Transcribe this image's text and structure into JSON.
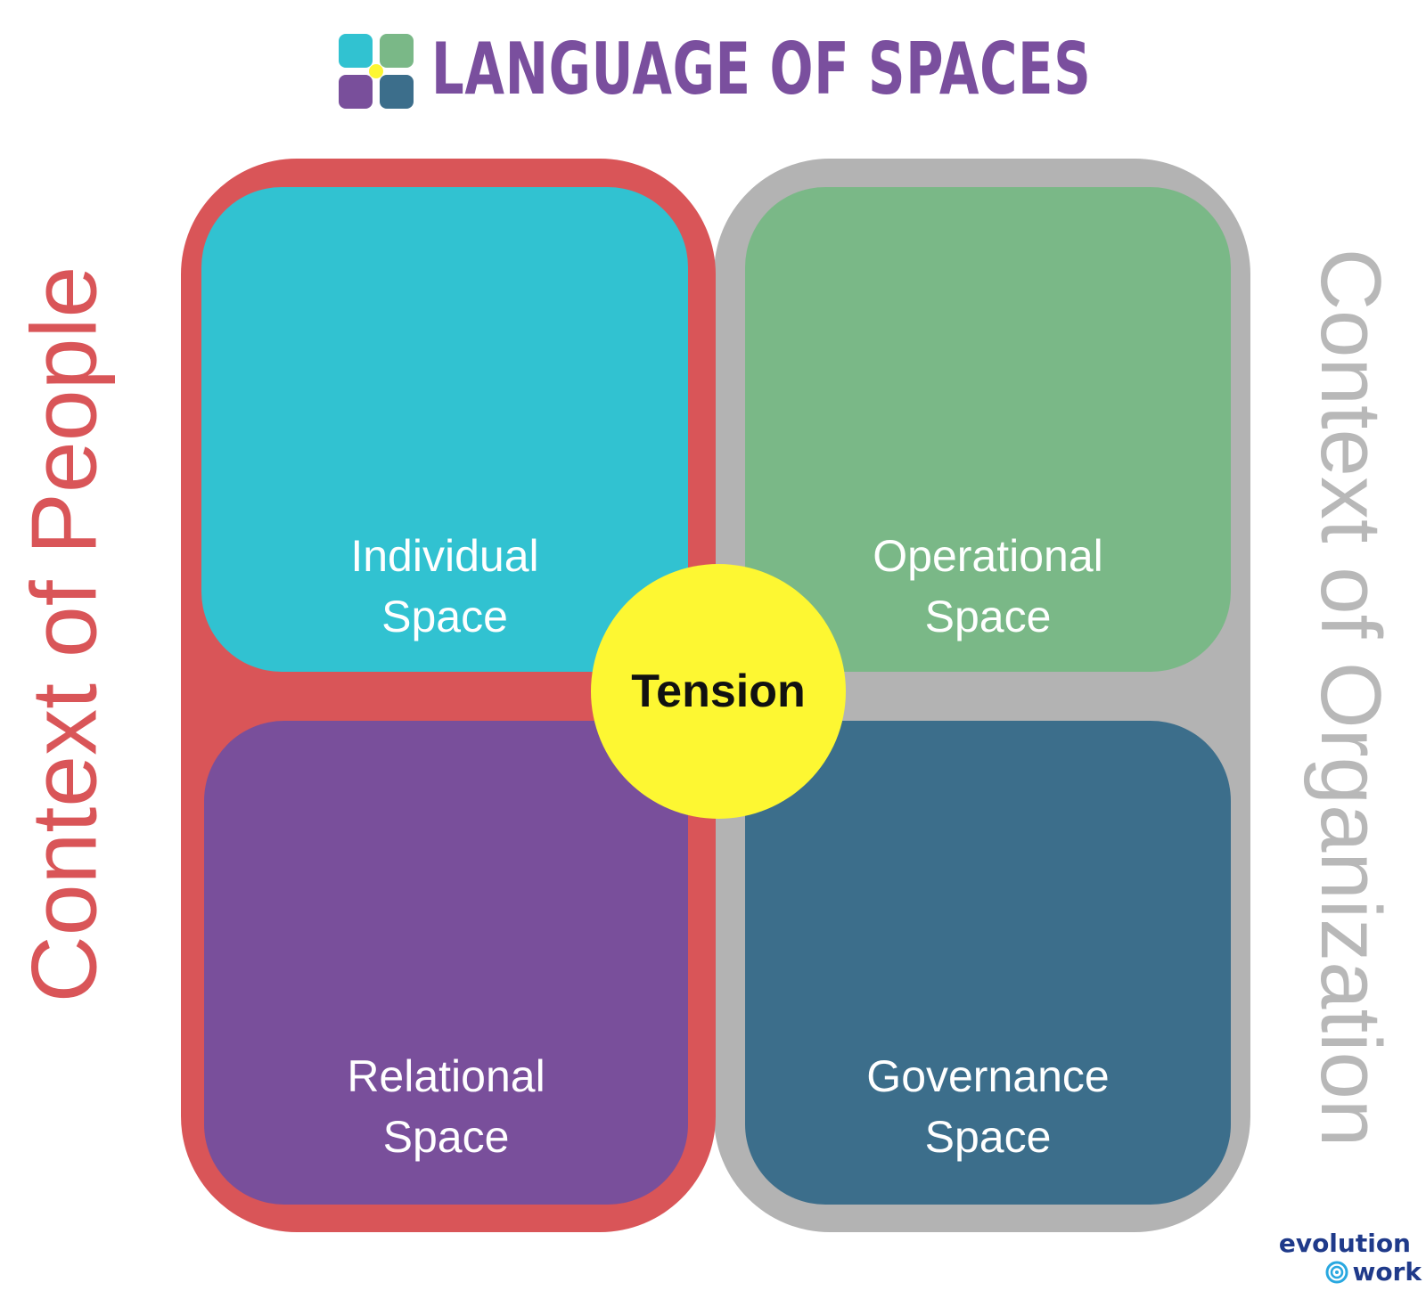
{
  "header": {
    "title": "LANGUAGE OF SPACES",
    "logo_icon": "four-squares-logo-icon"
  },
  "contexts": {
    "people": {
      "label": "Context of People"
    },
    "organization": {
      "label": "Context of Organization"
    }
  },
  "spaces": {
    "individual": {
      "line1": "Individual",
      "line2": "Space"
    },
    "operational": {
      "line1": "Operational",
      "line2": "Space"
    },
    "relational": {
      "line1": "Relational",
      "line2": "Space"
    },
    "governance": {
      "line1": "Governance",
      "line2": "Space"
    }
  },
  "center": {
    "label": "Tension"
  },
  "brand": {
    "line1": "evolution",
    "line2": "work",
    "icon": "swirl-icon"
  },
  "colors": {
    "title": "#7a4f9e",
    "people_frame": "#d95558",
    "org_frame": "#b3b3b3",
    "individual": "#31c2d1",
    "operational": "#7ab887",
    "relational": "#794f9b",
    "governance": "#3c6e8b",
    "tension": "#fdf732",
    "people_label": "#d95558",
    "org_label": "#b8b8b8",
    "brand": "#1f3a8a",
    "brand_swirl": "#29a8e0"
  }
}
